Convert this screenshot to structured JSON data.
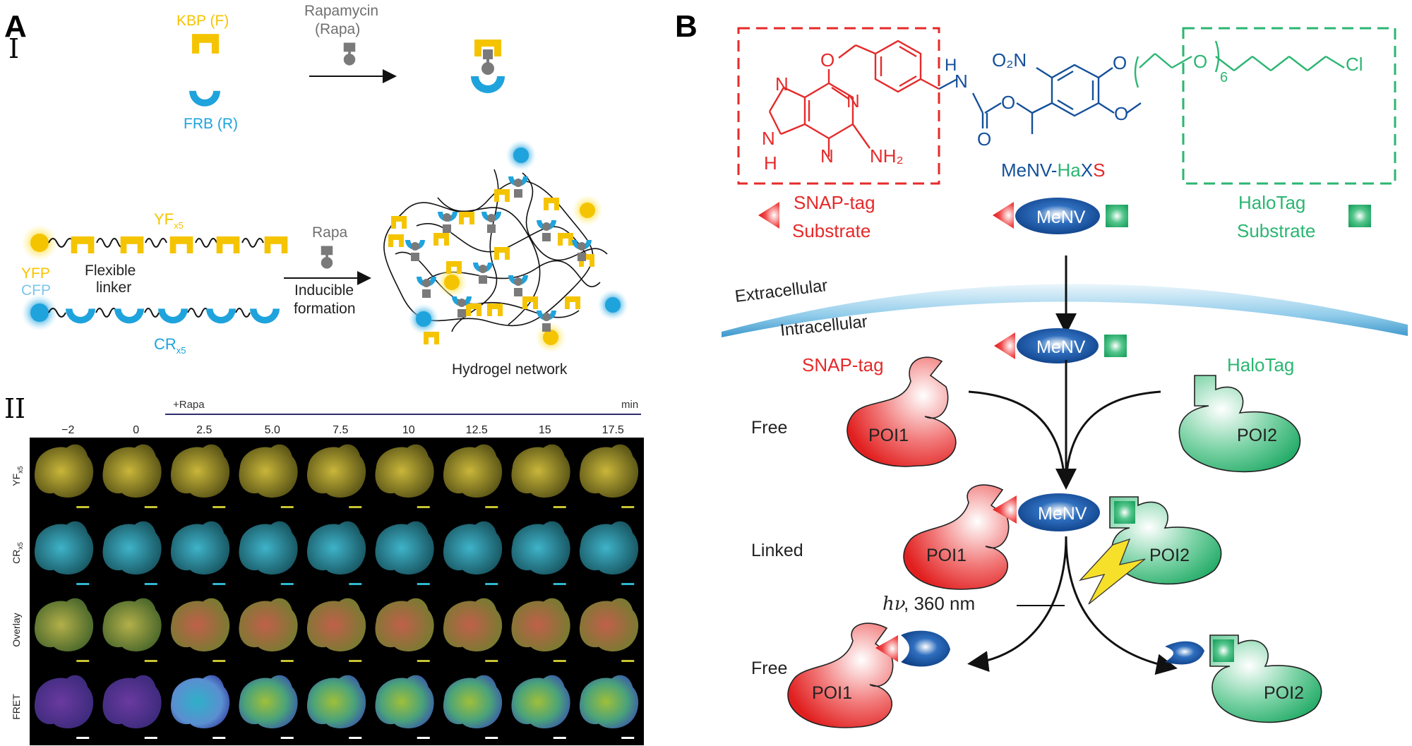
{
  "panel_a": {
    "label": "A",
    "section_1": "I",
    "section_2": "II",
    "kbp": "KBP (F)",
    "frb": "FRB (R)",
    "rapamycin": "Rapamycin",
    "rapa_paren": "(Rapa)",
    "rapa": "Rapa",
    "yf": "YF",
    "yf_sub": "x5",
    "cr": "CR",
    "cr_sub": "x5",
    "yfp": "YFP",
    "cfp": "CFP",
    "flexible": "Flexible",
    "linker": "linker",
    "inducible": "Inducible",
    "formation": "formation",
    "hydrogel": "Hydrogel network",
    "plus_rapa": "+Rapa",
    "min": "min",
    "timepoints": [
      "−2",
      "0",
      "2.5",
      "5.0",
      "7.5",
      "10",
      "12.5",
      "15",
      "17.5"
    ],
    "rows": [
      {
        "label": "YF",
        "sub": "x5"
      },
      {
        "label": "CR",
        "sub": "x5"
      },
      {
        "label": "Overlay",
        "sub": ""
      },
      {
        "label": "FRET",
        "sub": ""
      }
    ]
  },
  "panel_b": {
    "label": "B",
    "o2n": "O₂N",
    "subscript6": "6",
    "cl": "Cl",
    "nh2": "NH₂",
    "n_top": "N",
    "n_right": "N",
    "n_left": "N",
    "n_bottom": "N",
    "h_nh": "H",
    "h_ring": "H",
    "nh_n": "N",
    "o_link": "O",
    "o_carb": "O",
    "o_ester": "O",
    "o_ether1": "O",
    "o_peg": "O",
    "o_me": "O",
    "compound_p1": "MeNV-",
    "compound_p2": "Ha",
    "compound_p3": "X",
    "compound_p4": "S",
    "snap_substrate_1": "SNAP-tag",
    "snap_substrate_2": "Substrate",
    "halo_substrate_1": "HaloTag",
    "halo_substrate_2": "Substrate",
    "menv": "MeNV",
    "extracellular": "Extracellular",
    "intracellular": "Intracellular",
    "snap_tag": "SNAP-tag",
    "halo_tag": "HaloTag",
    "free": "Free",
    "linked": "Linked",
    "poi1": "POI1",
    "poi2": "POI2",
    "hv": "hν",
    "wavelength": ", 360 nm"
  },
  "colors": {
    "yellow": "#f5c400",
    "cyan": "#1fa3dc",
    "red": "#e52a2a",
    "green": "#2bb672",
    "navy": "#14509a",
    "gray": "#707070"
  }
}
